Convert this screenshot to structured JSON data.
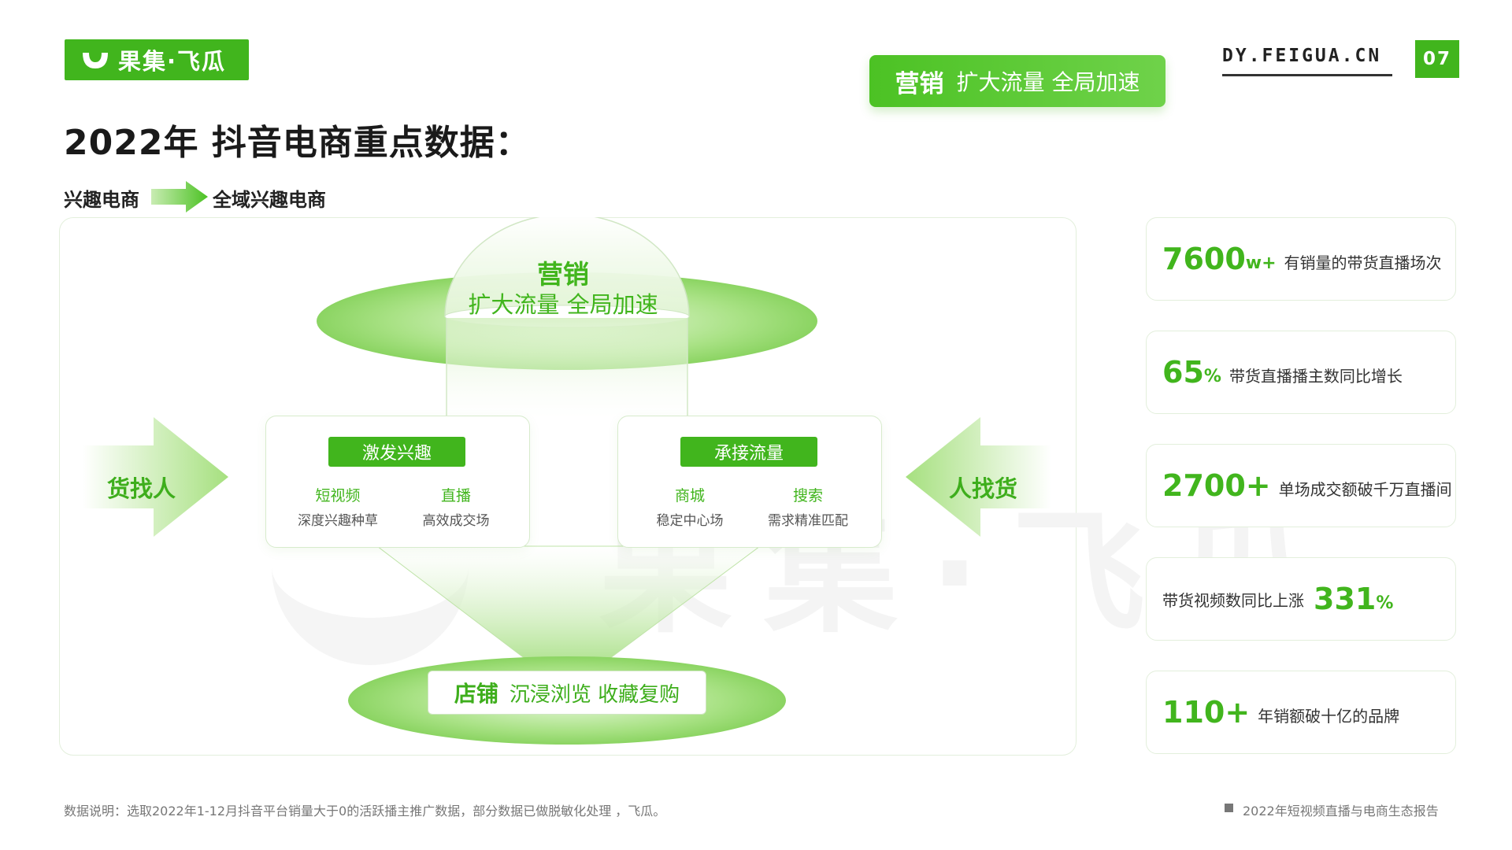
{
  "header": {
    "logo_text": "果集·飞瓜",
    "pill_strong": "营销",
    "pill_light": "扩大流量 全局加速",
    "site": "DY.FEIGUA.CN",
    "page_number": "07"
  },
  "title": "2022年 抖音电商重点数据：",
  "subtitle": {
    "from": "兴趣电商",
    "to": "全域兴趣电商"
  },
  "diagram": {
    "marketing_title": "营销",
    "marketing_sub": "扩大流量 全局加速",
    "left_side_label": "货找人",
    "right_side_label": "人找货",
    "left_card": {
      "tag": "激发兴趣",
      "items": [
        {
          "head": "短视频",
          "desc": "深度兴趣种草"
        },
        {
          "head": "直播",
          "desc": "高效成交场"
        }
      ]
    },
    "right_card": {
      "tag": "承接流量",
      "items": [
        {
          "head": "商城",
          "desc": "稳定中心场"
        },
        {
          "head": "搜索",
          "desc": "需求精准匹配"
        }
      ]
    },
    "store_strong": "店铺",
    "store_light": "沉浸浏览 收藏复购",
    "watermark": "果集·飞瓜"
  },
  "stats": [
    {
      "value": "7600",
      "unit": "w+",
      "desc": "有销量的带货直播场次"
    },
    {
      "value": "65",
      "unit": "%",
      "desc": "带货直播播主数同比增长"
    },
    {
      "value": "2700+",
      "unit": "",
      "desc": "单场成交额破千万直播间"
    },
    {
      "prefix": "带货视频数同比上涨",
      "value": "331",
      "unit": "%"
    },
    {
      "value": "110+",
      "unit": "",
      "desc": "年销额破十亿的品牌"
    }
  ],
  "footer": {
    "note": "数据说明：选取2022年1-12月抖音平台销量大于0的活跃播主推广数据，部分数据已做脱敏化处理 ，飞瓜。",
    "report": "2022年短视频直播与电商生态报告"
  },
  "colors": {
    "brand_green": "#41b51d",
    "light_green": "#c9ecb3"
  }
}
